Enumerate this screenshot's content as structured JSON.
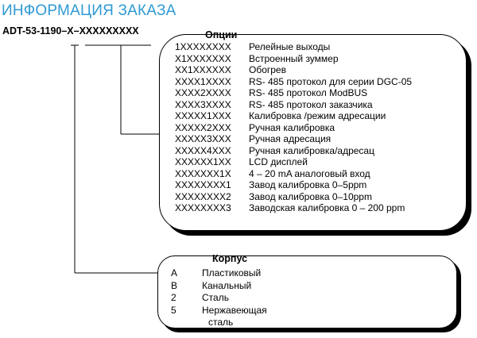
{
  "title": "ИНФОРМАЦИЯ ЗАКАЗА",
  "model_code": "ADT-53-1190–X–XXXXXXXXX",
  "options": {
    "heading": "Опции",
    "items": [
      {
        "code": "1XXXXXXXX",
        "desc": "Релейные выходы"
      },
      {
        "code": "X1XXXXXXX",
        "desc": "Встроенный зуммер"
      },
      {
        "code": "XX1XXXXXX",
        "desc": "Обогрев"
      },
      {
        "code": "XXXX1XXXX",
        "desc": "RS- 485 протокол для серии DGC-05"
      },
      {
        "code": "XXXX2XXXX",
        "desc": "RS- 485 протокол ModBUS"
      },
      {
        "code": "XXXX3XXXX",
        "desc": "RS- 485 протокол заказчика"
      },
      {
        "code": "XXXXX1XXX",
        "desc": "Калибровка /режим адресации"
      },
      {
        "code": "XXXXX2XXX",
        "desc": "Ручная калибровка"
      },
      {
        "code": "XXXXX3XXX",
        "desc": "Ручная адресация"
      },
      {
        "code": "XXXXX4XXX",
        "desc": "Ручная калибровка/адресац"
      },
      {
        "code": "XXXXXX1XX",
        "desc": "LCD дисплей"
      },
      {
        "code": "XXXXXXX1X",
        "desc": "4 – 20 mA аналоговый вход"
      },
      {
        "code": "XXXXXXXX1",
        "desc": "Завод калибровка 0–5ppm"
      },
      {
        "code": "XXXXXXXX2",
        "desc": "Завод калибровка 0–10ppm"
      },
      {
        "code": "XXXXXXXX3",
        "desc": "Заводская калибровка 0 – 200 ppm"
      }
    ]
  },
  "body": {
    "heading": "Корпус",
    "items": [
      {
        "code": "A",
        "desc": "Пластиковый"
      },
      {
        "code": "B",
        "desc": "Канальный"
      },
      {
        "code": "2",
        "desc": "Сталь"
      },
      {
        "code": "5",
        "desc": "Нержавеющая",
        "desc_cont": "сталь"
      }
    ]
  }
}
